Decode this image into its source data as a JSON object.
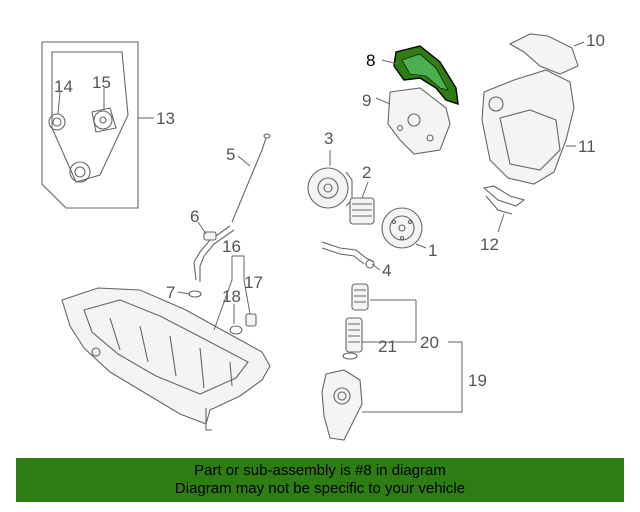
{
  "diagram": {
    "callouts": [
      "1",
      "2",
      "3",
      "4",
      "5",
      "6",
      "7",
      "8",
      "9",
      "10",
      "11",
      "12",
      "13",
      "14",
      "15",
      "16",
      "17",
      "18",
      "19",
      "20",
      "21"
    ],
    "highlight_callout": "8",
    "highlight_color": "#2e7d13"
  },
  "banner": {
    "line1": "Part or sub-assembly is #8 in diagram",
    "line2": "Diagram may not be specific to your vehicle",
    "background": "#2e7d13"
  }
}
